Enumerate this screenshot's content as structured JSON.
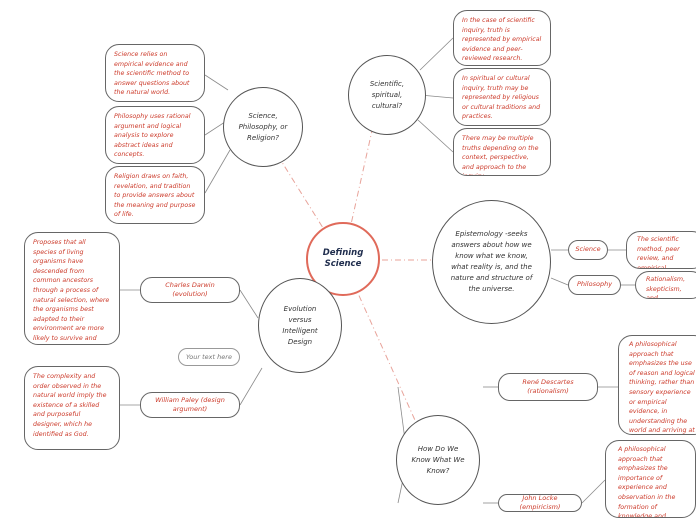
{
  "central": "Defining Science",
  "topics": {
    "philosophy_religion": "Science, Philosophy, or Religion?",
    "scientific_spiritual": "Scientific, spiritual, cultural?",
    "epistemology": "Epistemology  -seeks answers about how we know what we know, what reality is, and the nature and structure of the universe.",
    "evolution": "Evolution versus Intelligent Design",
    "how_know": "How Do We Know What We Know?"
  },
  "notes": {
    "science_relies": "Science relies on empirical evidence and the scientific method to answer questions about the natural world.",
    "philosophy_uses": "Philosophy uses rational argument and logical analysis to explore abstract ideas and concepts.",
    "religion_draws": "Religion draws on faith, revelation, and tradition to provide answers about the meaning and purpose of life.",
    "scientific_truth": "In the case of scientific inquiry, truth is represented by empirical evidence and peer-reviewed research.",
    "spiritual_truth": "In spiritual or cultural inquiry, truth may be represented by religious or cultural traditions and practices.",
    "multiple_truths": "There may be multiple truths depending on the context, perspective, and approach to the inquiry.",
    "science_label": "Science",
    "science_method": "The scientific method, peer review, and empirical evidence",
    "philosophy_label": "Philosophy",
    "philosophy_method": "Rationalism, skepticism, and constructivism",
    "darwin_label": "Charles Darwin (evolution)",
    "darwin_desc": "Proposes that all species of living organisms have descended from common ancestors through a process of natural selection, where the organisms best adapted to their environment are more likely to survive and reproduce.",
    "paley_label": "William Paley (design argument)",
    "paley_desc": "The complexity and order observed in the natural world imply the existence of a skilled and purposeful designer, which he identified as God.",
    "your_text": "Your text here",
    "descartes_label": "René Descartes (rationalism)",
    "descartes_desc": "A philosophical approach that emphasizes the use of reason and logical thinking, rather than sensory experience or empirical evidence, in understanding the world and arriving at knowledge.",
    "locke_label": "John Locke (empiricism)",
    "locke_desc": "A philosophical approach that emphasizes the importance of experience and observation in the formation of knowledge and beliefs."
  }
}
